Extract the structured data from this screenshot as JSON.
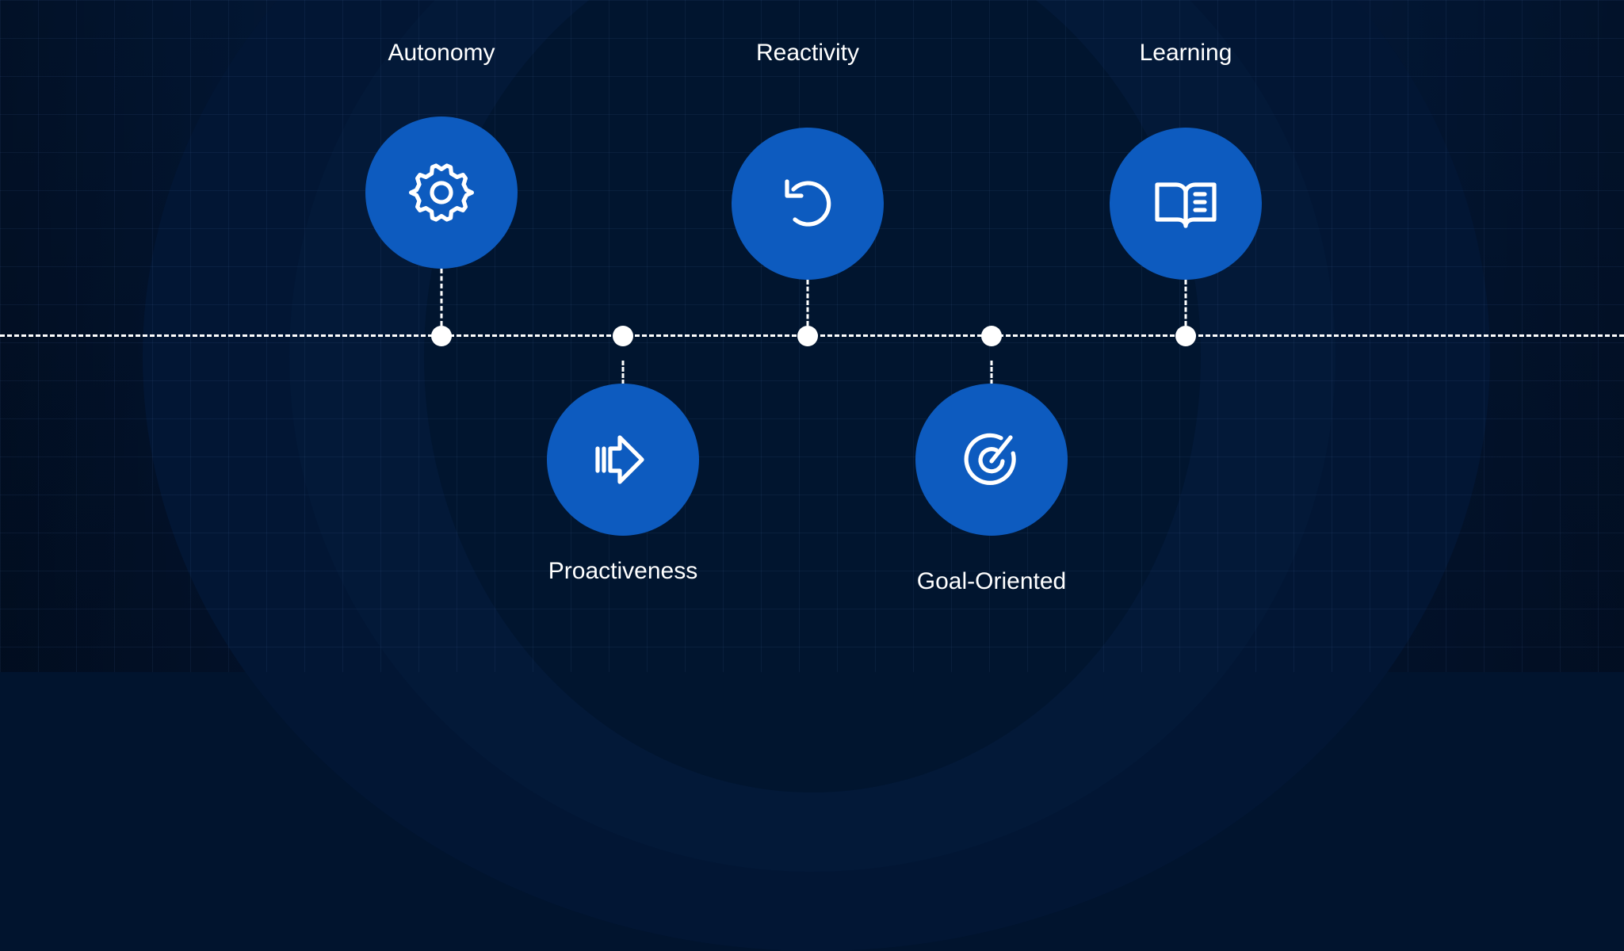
{
  "items": [
    {
      "label": "Autonomy",
      "icon": "gear-icon"
    },
    {
      "label": "Proactiveness",
      "icon": "arrow-right-icon"
    },
    {
      "label": "Reactivity",
      "icon": "rotate-ccw-icon"
    },
    {
      "label": "Goal-Oriented",
      "icon": "target-icon"
    },
    {
      "label": "Learning",
      "icon": "book-open-icon"
    }
  ],
  "colors": {
    "background": "#01142e",
    "node": "#0d5bbf",
    "line": "#ffffff"
  }
}
